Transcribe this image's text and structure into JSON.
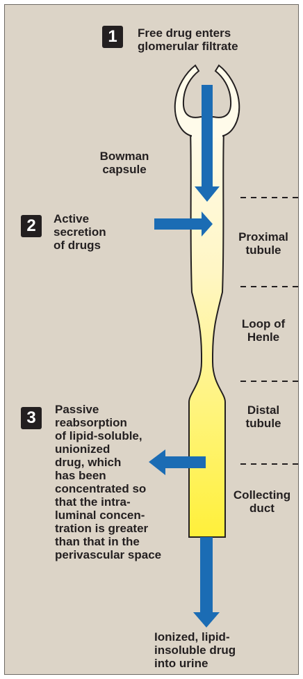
{
  "steps": [
    {
      "number": "1",
      "label": "Free drug enters\nglomerular filtrate"
    },
    {
      "number": "2",
      "label": "Active\nsecretion\nof drugs"
    },
    {
      "number": "3",
      "label": "Passive\nreabsorption\nof lipid-soluble,\nunionized\ndrug, which\nhas been\nconcentrated so\nthat the intra-\nluminal concen-\ntration is greater\nthan that in the\nperivascular space"
    }
  ],
  "regions": {
    "bowman": "Bowman\ncapsule",
    "proximal": "Proximal\ntubule",
    "loop": "Loop of\nHenle",
    "distal": "Distal\ntubule",
    "collecting": "Collecting\nduct"
  },
  "output_label": "Ionized, lipid-\ninsoluble drug\ninto urine",
  "colors": {
    "background": "#dcd4c7",
    "arrow": "#1b6cb4",
    "tube_light": "#fffbe6",
    "tube_dark": "#fff04a",
    "badge": "#231f20"
  },
  "icons": [
    "arrow-down-icon",
    "arrow-right-icon",
    "arrow-left-icon"
  ]
}
